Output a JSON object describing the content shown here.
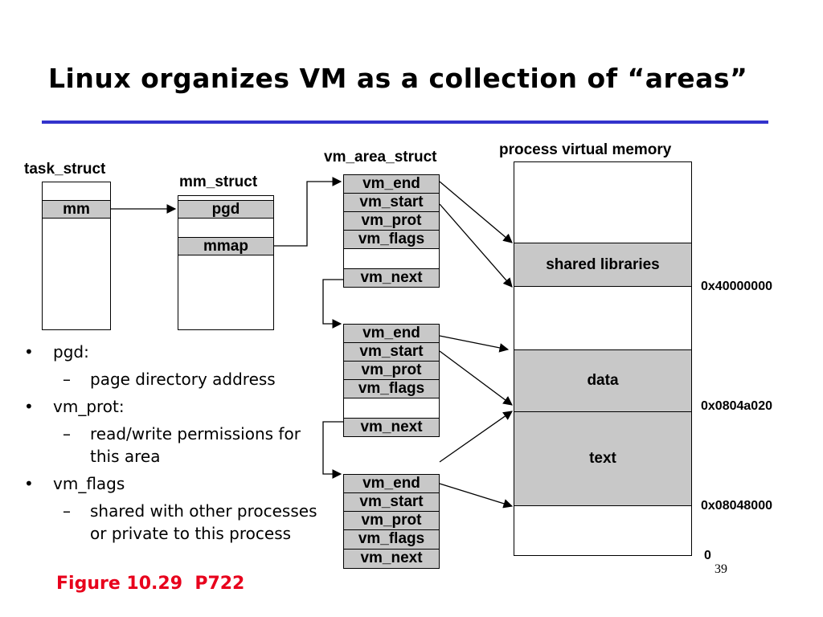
{
  "slide": {
    "title": "Linux organizes VM as a collection of “areas”",
    "page_number": "39",
    "figure_ref": "Figure 10.29  P722",
    "title_rule_color": "#3333cc",
    "figure_ref_color": "#e8001c"
  },
  "diagram": {
    "task_struct": {
      "label": "task_struct",
      "field": "mm"
    },
    "mm_struct": {
      "label": "mm_struct",
      "fields": [
        "pgd",
        "mmap"
      ]
    },
    "vm_area_struct": {
      "label": "vm_area_struct",
      "areas": [
        {
          "fields": [
            "vm_end",
            "vm_start",
            "vm_prot",
            "vm_flags"
          ],
          "next": "vm_next"
        },
        {
          "fields": [
            "vm_end",
            "vm_start",
            "vm_prot",
            "vm_flags"
          ],
          "next": "vm_next"
        },
        {
          "fields": [
            "vm_end",
            "vm_start",
            "vm_prot",
            "vm_flags"
          ],
          "next": "vm_next"
        }
      ]
    },
    "process_memory": {
      "label": "process virtual memory",
      "regions": [
        "shared libraries",
        "data",
        "text"
      ],
      "addresses": [
        "0x40000000",
        "0x0804a020",
        "0x08048000",
        "0"
      ]
    },
    "region_fill_color": "#c8c8c8"
  },
  "notes": [
    {
      "term": "pgd:",
      "detail": "page directory address"
    },
    {
      "term": "vm_prot:",
      "detail": "read/write permissions for this area"
    },
    {
      "term": "vm_flags",
      "detail": "shared with other processes or private to this process"
    }
  ]
}
